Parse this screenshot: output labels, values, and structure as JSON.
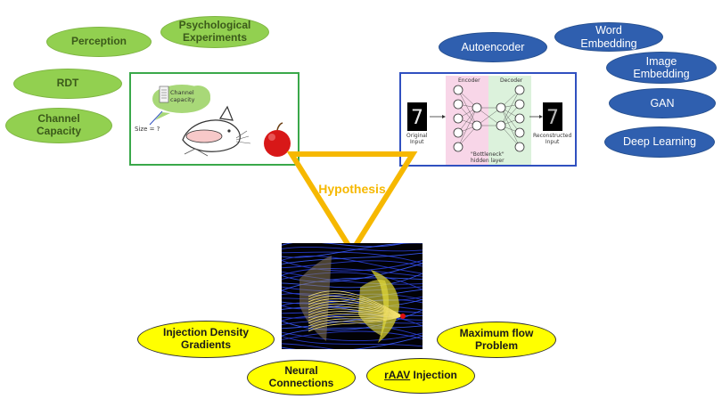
{
  "colors": {
    "green_node": "#92d050",
    "blue_node": "#2f5faf",
    "yellow_node": "#ffff00",
    "hypothesis": "#f6b800",
    "green_frame": "#3aa84a",
    "blue_frame": "#3050c0"
  },
  "left_nodes": {
    "perception": "Perception",
    "psych": "Psychological\nExperiments",
    "rdt": "RDT",
    "channel_capacity": "Channel\nCapacity"
  },
  "right_nodes": {
    "autoencoder": "Autoencoder",
    "word_embedding": "Word\nEmbedding",
    "image_embedding": "Image\nEmbedding",
    "gan": "GAN",
    "deep_learning": "Deep Learning"
  },
  "bottom_nodes": {
    "injection_density": "Injection Density\nGradients",
    "neural_connections": "Neural\nConnections",
    "rAAV": "rAAV",
    "injection": " Injection",
    "max_flow": "Maximum flow\nProblem"
  },
  "hypothesis": "Hypothesis",
  "left_image": {
    "cloud_text": "Channel\ncapacity",
    "size_text": "Size = ?"
  },
  "autoencoder_image": {
    "encoder": "Encoder",
    "decoder": "Decoder",
    "original_input": "Original\nInput",
    "reconstructed_input": "Reconstructed\nInput",
    "bottleneck": "\"Bottleneck\"\nhidden layer"
  }
}
